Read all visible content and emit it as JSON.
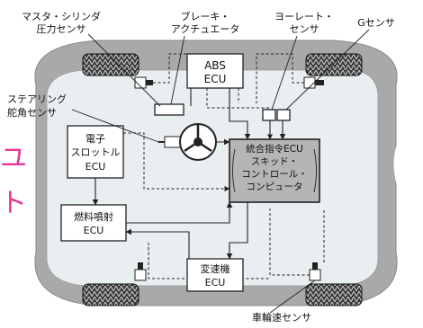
{
  "colors": {
    "background": "#ffffff",
    "body_gray": "#a9a9a9",
    "inner_light": "#e9eef1",
    "tire": "#3a3a3a",
    "stray_text": "#e8359a"
  },
  "labels": {
    "master_cylinder": [
      "マスタ・シリンダ",
      "圧力センサ"
    ],
    "brake_actuator": [
      "ブレーキ・",
      "アクチュエータ"
    ],
    "yaw_rate": [
      "ヨーレート・",
      "センサ"
    ],
    "g_sensor": "Gセンサ",
    "steering": [
      "ステアリング",
      "舵角センサ"
    ],
    "wheel_speed": "車輪速センサ"
  },
  "ecus": {
    "abs": [
      "ABS",
      "ECU"
    ],
    "throttle": [
      "電子",
      "スロットル",
      "ECU"
    ],
    "fuel": [
      "燃料噴射",
      "ECU"
    ],
    "transmission": [
      "変速機",
      "ECU"
    ],
    "integrated": [
      "統合指令ECU",
      "スキッド・",
      "コントロール・",
      "コンピュータ"
    ]
  },
  "edge_glyphs": [
    "ユ",
    "ト"
  ],
  "icons": {
    "tires": "tire-icon",
    "steering": "steering-wheel-icon",
    "sensor": "wheel-speed-sensor-icon"
  }
}
